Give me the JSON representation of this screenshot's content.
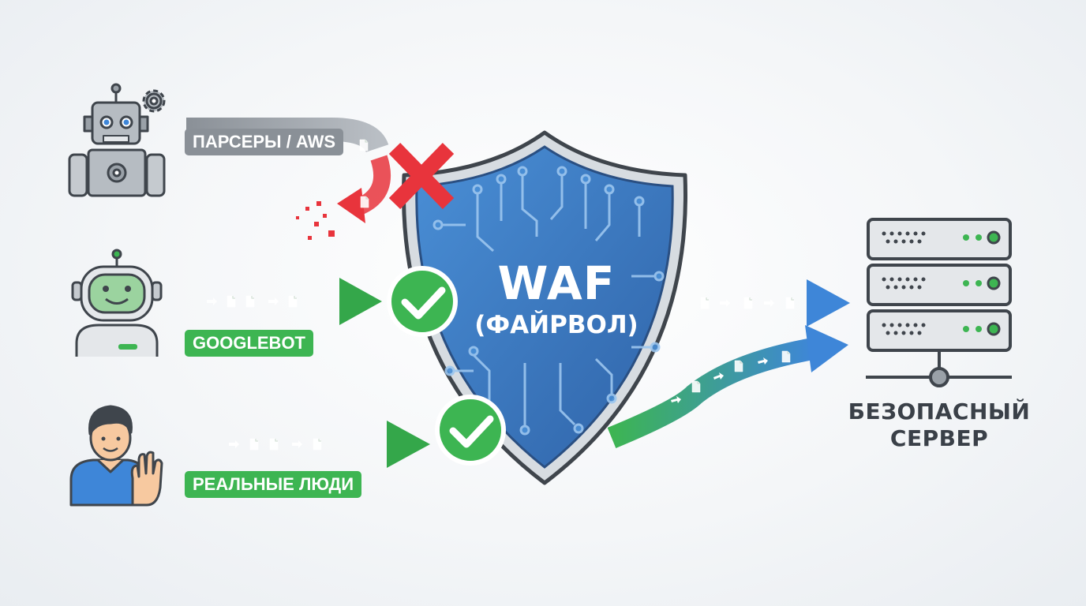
{
  "labels": {
    "parsers": "ПАРСЕРЫ / AWS",
    "googlebot": "GOOGLEBOT",
    "people": "РЕАЛЬНЫЕ ЛЮДИ"
  },
  "shield": {
    "title": "WAF",
    "subtitle": "(ФАЙРВОЛ)"
  },
  "server": {
    "label_line1": "БЕЗОПАСНЫЙ",
    "label_line2": "СЕРВЕР"
  },
  "icons": [
    "robot-parser-icon",
    "gear-icon",
    "googlebot-robot-icon",
    "person-waving-icon",
    "block-x-icon",
    "check-icon",
    "shield-icon",
    "server-rack-icon",
    "document-icon"
  ],
  "colors": {
    "blocked": "#e8343c",
    "allowed": "#3db552",
    "shield": "#3f7fc4",
    "server_flow": "#3e86d8",
    "label_gray": "#8a9097"
  }
}
